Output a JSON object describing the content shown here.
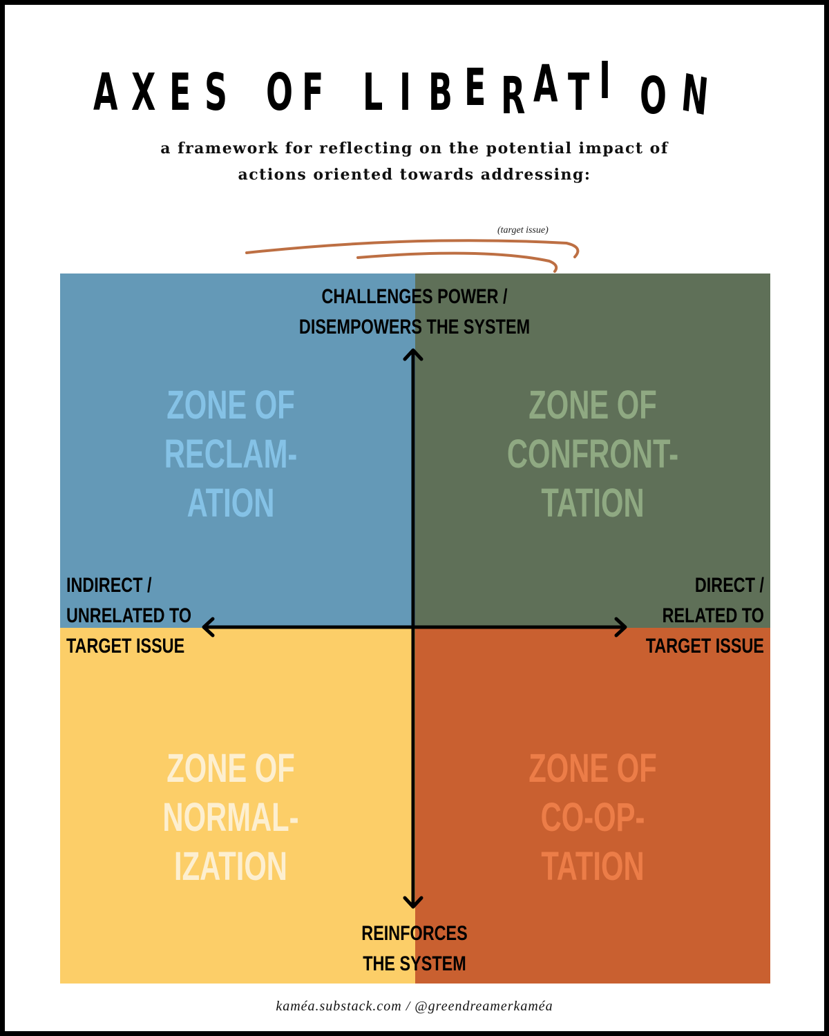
{
  "title": {
    "text": "AXES OF LIBERATION",
    "letters": [
      "A",
      "X",
      "E",
      "S",
      "O",
      "F",
      "L",
      "I",
      "B",
      "E",
      "R",
      "A",
      "T",
      "I",
      "O",
      "N"
    ]
  },
  "subtitle": {
    "line1": "a framework for reflecting on the potential impact of",
    "line2": "actions oriented towards addressing:"
  },
  "target_note": "(target issue)",
  "colors": {
    "reclamation_bg": "#6499b7",
    "reclamation_text": "#85c2e6",
    "confrontation_bg": "#5f7058",
    "confrontation_text": "#8fa982",
    "normalization_bg": "#fcce68",
    "normalization_text": "#fdefd0",
    "cooptation_bg": "#c96030",
    "cooptation_text": "#ec7d48",
    "underline": "#bd6f43"
  },
  "axes": {
    "top": {
      "line1": "CHALLENGES POWER /",
      "line2": "DISEMPOWERS THE SYSTEM"
    },
    "bottom": {
      "line1": "REINFORCES",
      "line2": "THE SYSTEM"
    },
    "left": {
      "line1": "INDIRECT /",
      "line2": "UNRELATED TO",
      "line3": "TARGET ISSUE"
    },
    "right": {
      "line1": "DIRECT /",
      "line2": "RELATED TO",
      "line3": "TARGET ISSUE"
    }
  },
  "zones": {
    "reclamation": {
      "line1": "ZONE OF",
      "line2": "RECLAM-",
      "line3": "ATION"
    },
    "confrontation": {
      "line1": "ZONE OF",
      "line2": "CONFRONT-",
      "line3": "TATION"
    },
    "normalization": {
      "line1": "ZONE OF",
      "line2": "NORMAL-",
      "line3": "IZATION"
    },
    "cooptation": {
      "line1": "ZONE OF",
      "line2": "CO-OP-",
      "line3": "TATION"
    }
  },
  "footer": "kaméa.substack.com / @greendreamerkaméa"
}
